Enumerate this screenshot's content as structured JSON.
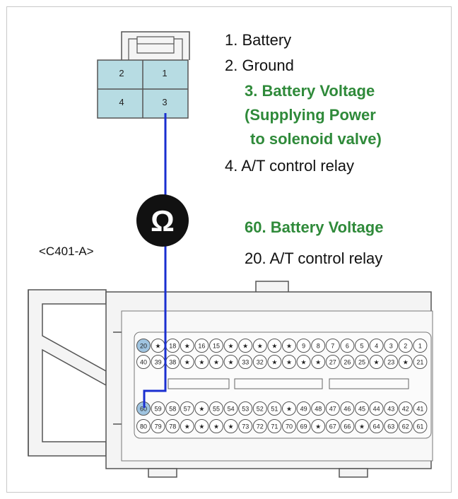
{
  "connector_top": {
    "pins": [
      {
        "id": "2",
        "label": "2"
      },
      {
        "id": "1",
        "label": "1"
      },
      {
        "id": "4",
        "label": "4"
      },
      {
        "id": "3",
        "label": "3"
      }
    ]
  },
  "legend_top": [
    {
      "text": "1. Battery",
      "highlight": false
    },
    {
      "text": "2. Ground",
      "highlight": false
    },
    {
      "text": "3. Battery Voltage",
      "highlight": true
    },
    {
      "text": "(Supplying Power",
      "highlight": true
    },
    {
      "text": "to solenoid valve)",
      "highlight": true
    },
    {
      "text": "4. A/T control relay",
      "highlight": false
    }
  ],
  "legend_bottom": [
    {
      "text": "60. Battery Voltage",
      "highlight": true
    },
    {
      "text": "20. A/T control relay",
      "highlight": false
    }
  ],
  "connector_label": "<C401-A>",
  "meter_symbol": "Ω",
  "colors": {
    "pin_fill": "#b7dce3",
    "wire": "#1a2fd0",
    "highlight_text": "#2f8a3a",
    "pin_highlight": "#9fc4e0"
  },
  "connector_bottom": {
    "rows": [
      [
        "20",
        "★",
        "18",
        "★",
        "16",
        "15",
        "★",
        "★",
        "★",
        "★",
        "★",
        "9",
        "8",
        "7",
        "6",
        "5",
        "4",
        "3",
        "2",
        "1"
      ],
      [
        "40",
        "39",
        "38",
        "★",
        "★",
        "★",
        "★",
        "33",
        "32",
        "★",
        "★",
        "★",
        "★",
        "27",
        "26",
        "25",
        "★",
        "23",
        "★",
        "21"
      ],
      [
        "60",
        "59",
        "58",
        "57",
        "★",
        "55",
        "54",
        "53",
        "52",
        "51",
        "★",
        "49",
        "48",
        "47",
        "46",
        "45",
        "44",
        "43",
        "42",
        "41"
      ],
      [
        "80",
        "79",
        "78",
        "★",
        "★",
        "★",
        "★",
        "73",
        "72",
        "71",
        "70",
        "69",
        "★",
        "67",
        "66",
        "★",
        "64",
        "63",
        "62",
        "61"
      ]
    ]
  }
}
